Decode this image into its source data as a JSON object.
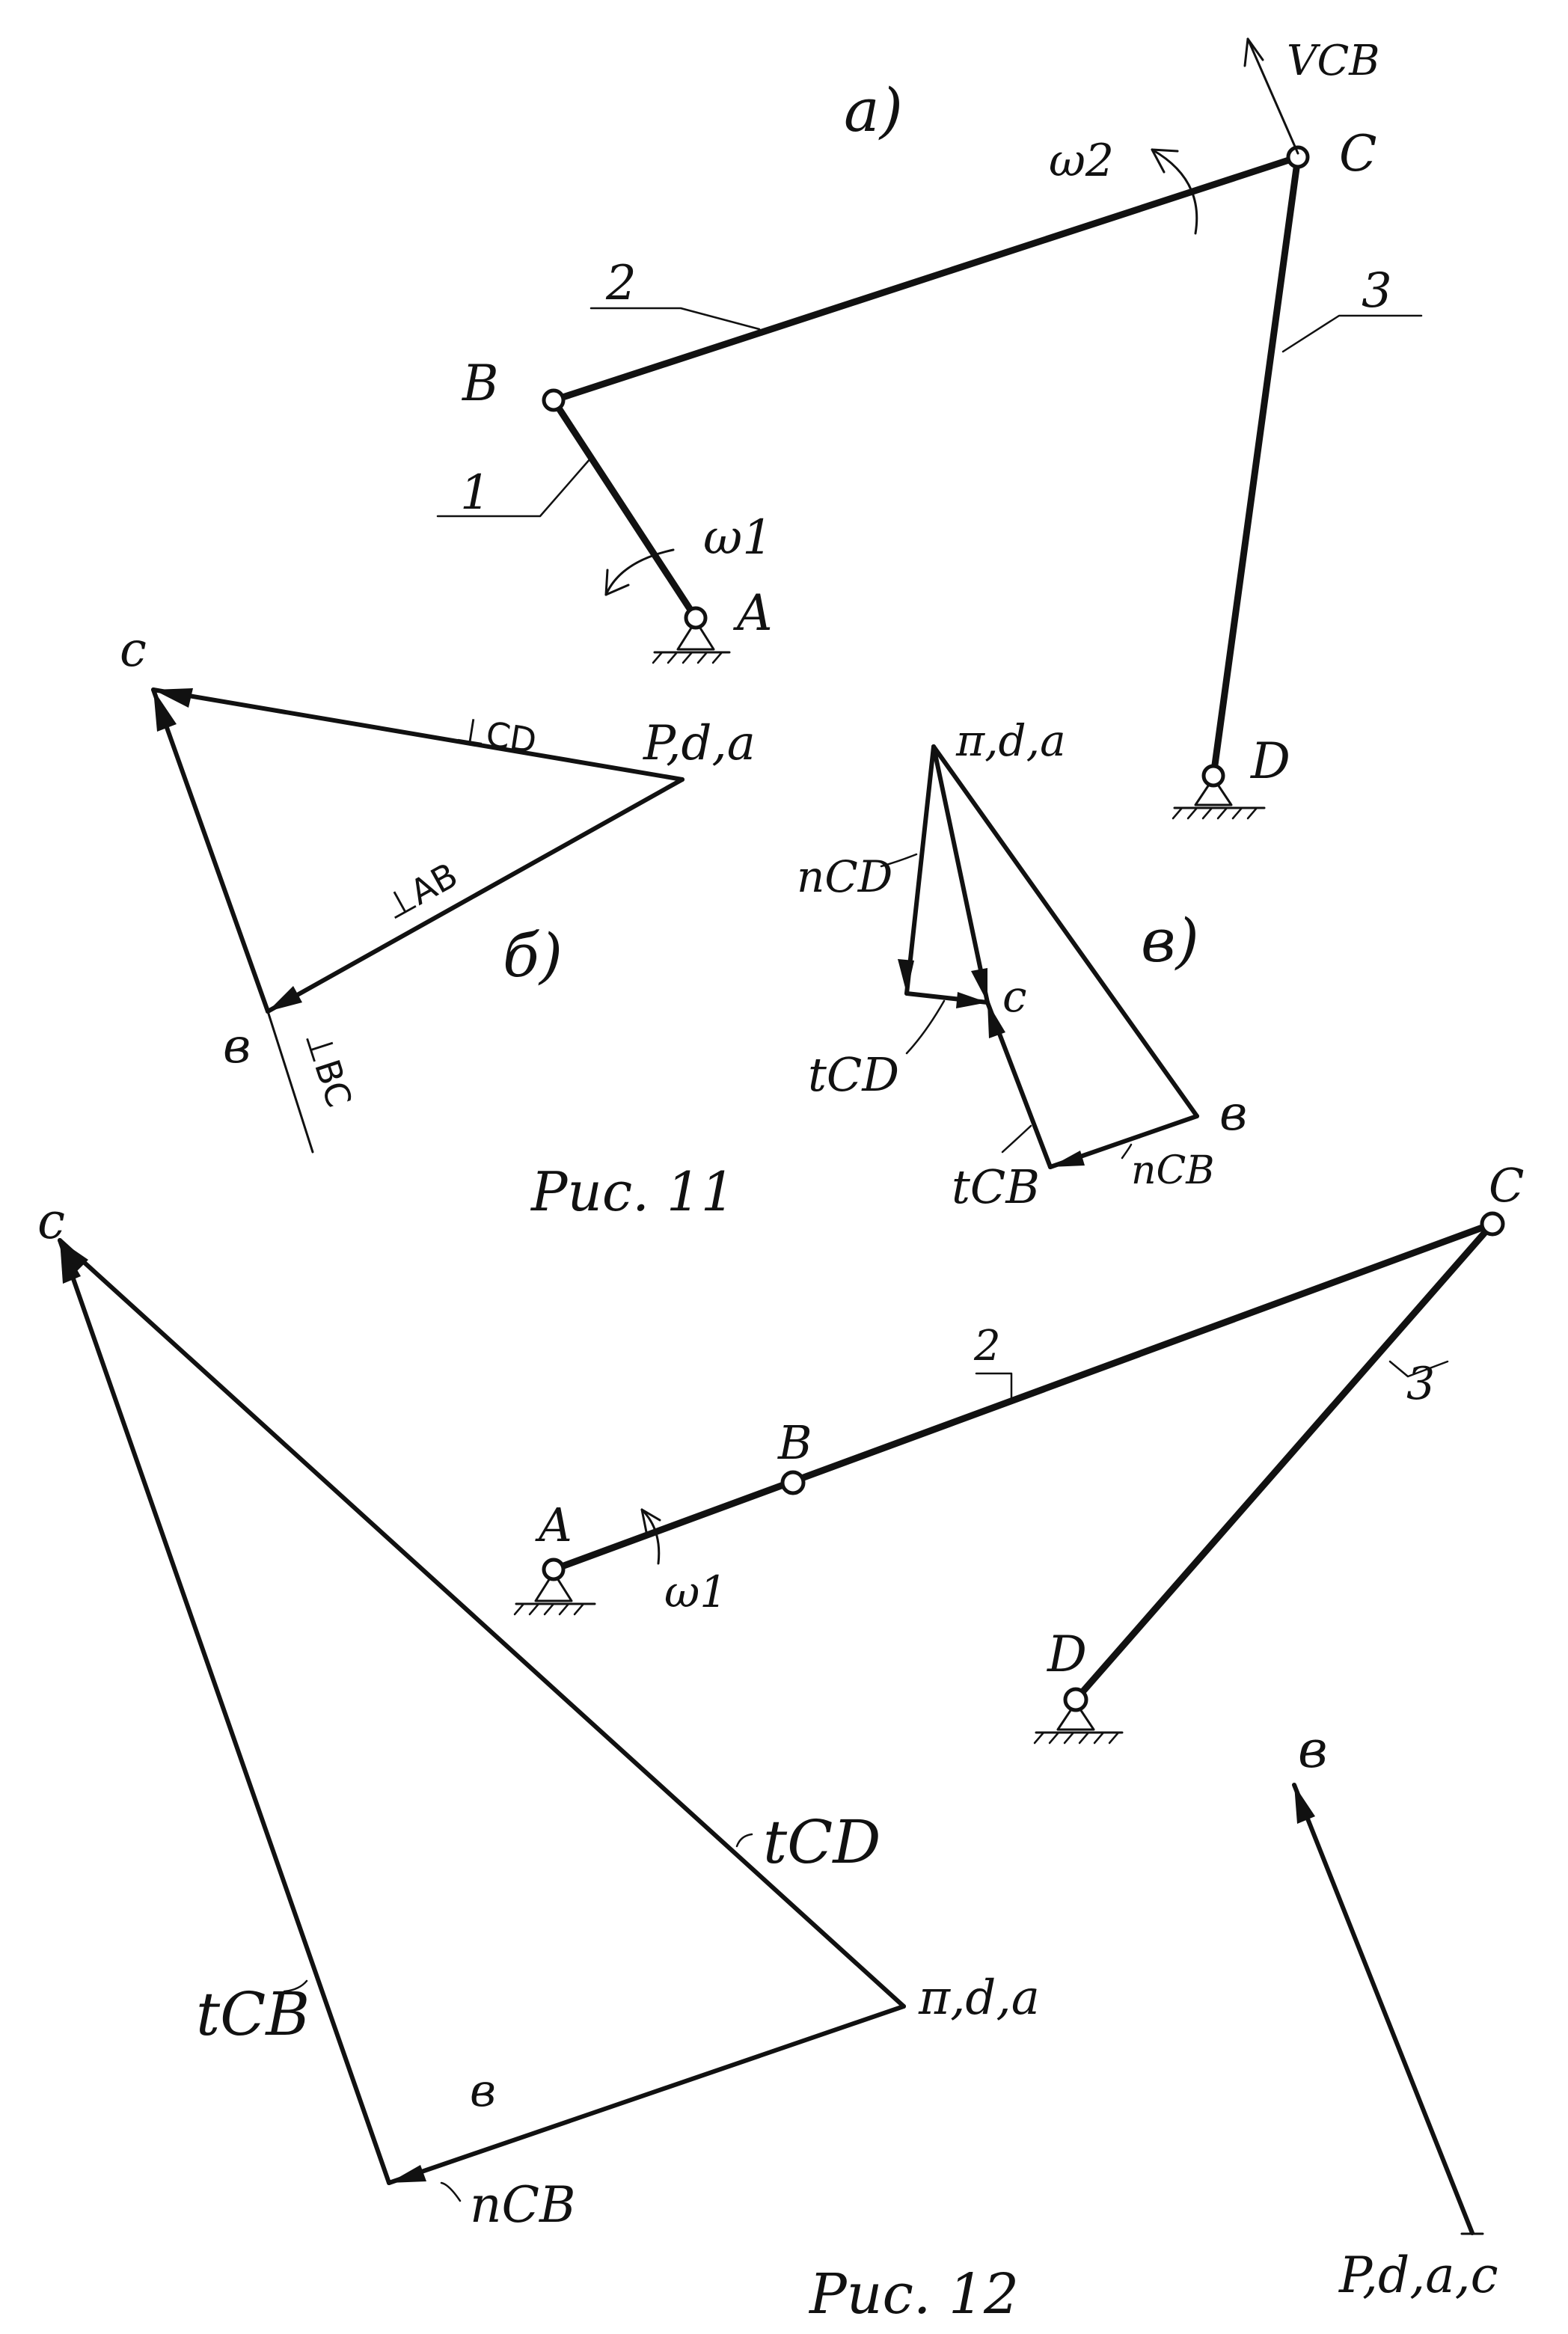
{
  "figure11": {
    "caption": "Рис. 11",
    "part_a": {
      "tag": "а)",
      "points": [
        "A",
        "B",
        "C",
        "D"
      ],
      "links": [
        "1",
        "2",
        "3"
      ],
      "omega1": "ω1",
      "omega2": "ω2",
      "velocity": "VCB"
    },
    "part_b": {
      "tag": "б)",
      "pole": "P,d,a",
      "point_c": "c",
      "point_b": "в",
      "perp_cd": "⊥CD",
      "perp_ab": "⊥AB",
      "perp_bc": "⊥BC"
    },
    "part_v": {
      "tag": "в)",
      "pole": "π,d,a",
      "point_c": "c",
      "point_b": "в",
      "n_cd": "nCD",
      "t_cd": "tCD",
      "t_cb": "tCB",
      "n_cb": "nCB"
    }
  },
  "figure12": {
    "caption": "Рис. 12",
    "mechanism": {
      "points": [
        "A",
        "B",
        "C",
        "D"
      ],
      "links": [
        "2",
        "3"
      ],
      "omega1": "ω1"
    },
    "accel_plan": {
      "pole": "π,d,a",
      "point_c": "c",
      "point_b": "в",
      "t_cd": "tCD",
      "t_cb": "tCB",
      "n_cb": "nCB"
    },
    "velocity_plan": {
      "pole": "P,d,a,c",
      "point_b": "в"
    }
  }
}
